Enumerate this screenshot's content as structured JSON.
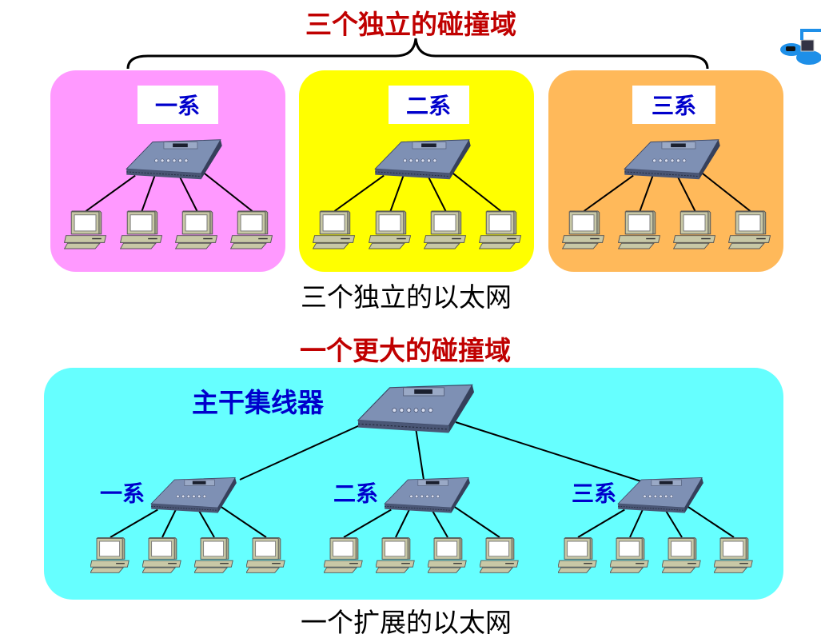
{
  "colors": {
    "title_red": "#c00000",
    "label_blue": "#0000cc",
    "dept1_bg": "#ff99ff",
    "dept2_bg": "#ffff00",
    "dept3_bg": "#ffb95a",
    "backbone_bg": "#66ffff"
  },
  "top": {
    "title": "三个独立的碰撞域",
    "caption": "三个独立的以太网",
    "departments": [
      {
        "label": "一系"
      },
      {
        "label": "二系"
      },
      {
        "label": "三系"
      }
    ]
  },
  "bottom": {
    "title": "一个更大的碰撞域",
    "caption": "一个扩展的以太网",
    "backbone_label": "主干集线器",
    "departments": [
      {
        "label": "一系"
      },
      {
        "label": "二系"
      },
      {
        "label": "三系"
      }
    ]
  },
  "icons": [
    "hub-icon",
    "computer-icon",
    "network-logo-icon"
  ]
}
